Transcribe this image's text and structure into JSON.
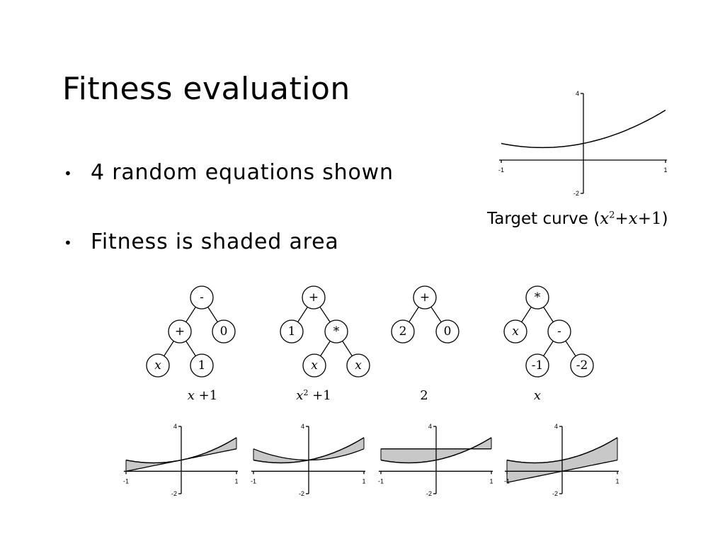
{
  "slide": {
    "title": "Fitness evaluation",
    "bullets": [
      "4 random equations shown",
      "Fitness is shaded area"
    ],
    "target_caption": {
      "prefix": "Target curve (",
      "suffix": ")",
      "math": "x2+x+1"
    }
  },
  "target_plot": {
    "x_ticks": [
      "-1",
      "1"
    ],
    "y_ticks": [
      "4",
      "-2"
    ]
  },
  "trees": [
    {
      "root": "-",
      "expression_label": "x +1"
    },
    {
      "root": "+",
      "expression_label": "x2 +1"
    },
    {
      "root": "+",
      "expression_label": "2"
    },
    {
      "root": "*",
      "expression_label": "x"
    }
  ],
  "tree_nodes": {
    "t0": {
      "root": "-",
      "l": "+",
      "r": "0",
      "ll": "x",
      "lr": "1"
    },
    "t1": {
      "root": "+",
      "l": "1",
      "r": "*",
      "rl": "x",
      "rr": "x"
    },
    "t2": {
      "root": "+",
      "l": "2",
      "r": "0"
    },
    "t3": {
      "root": "*",
      "l": "x",
      "r": "-",
      "rl": "-1",
      "rr": "-2"
    }
  },
  "plot_ticks": {
    "x_min": "-1",
    "x_max": "1",
    "y_max": "4",
    "y_min": "-2"
  },
  "chart_data": [
    {
      "type": "line",
      "x_range": [
        -1,
        1
      ],
      "ylim": [
        -2,
        4
      ],
      "series": [
        {
          "name": "x^2+x+1",
          "function": "x^2+x+1"
        }
      ],
      "xlabel": "",
      "ylabel": ""
    },
    {
      "type": "area",
      "x_range": [
        -1,
        1
      ],
      "ylim": [
        -2,
        4
      ],
      "series": [
        {
          "function": "x^2+x+1"
        },
        {
          "function": "x+1"
        }
      ]
    },
    {
      "type": "area",
      "x_range": [
        -1,
        1
      ],
      "ylim": [
        -2,
        4
      ],
      "series": [
        {
          "function": "x^2+x+1"
        },
        {
          "function": "x^2+1"
        }
      ]
    },
    {
      "type": "area",
      "x_range": [
        -1,
        1
      ],
      "ylim": [
        -2,
        4
      ],
      "series": [
        {
          "function": "x^2+x+1"
        },
        {
          "function": "2"
        }
      ]
    },
    {
      "type": "area",
      "x_range": [
        -1,
        1
      ],
      "ylim": [
        -2,
        4
      ],
      "series": [
        {
          "function": "x^2+x+1"
        },
        {
          "function": "x"
        }
      ]
    }
  ]
}
